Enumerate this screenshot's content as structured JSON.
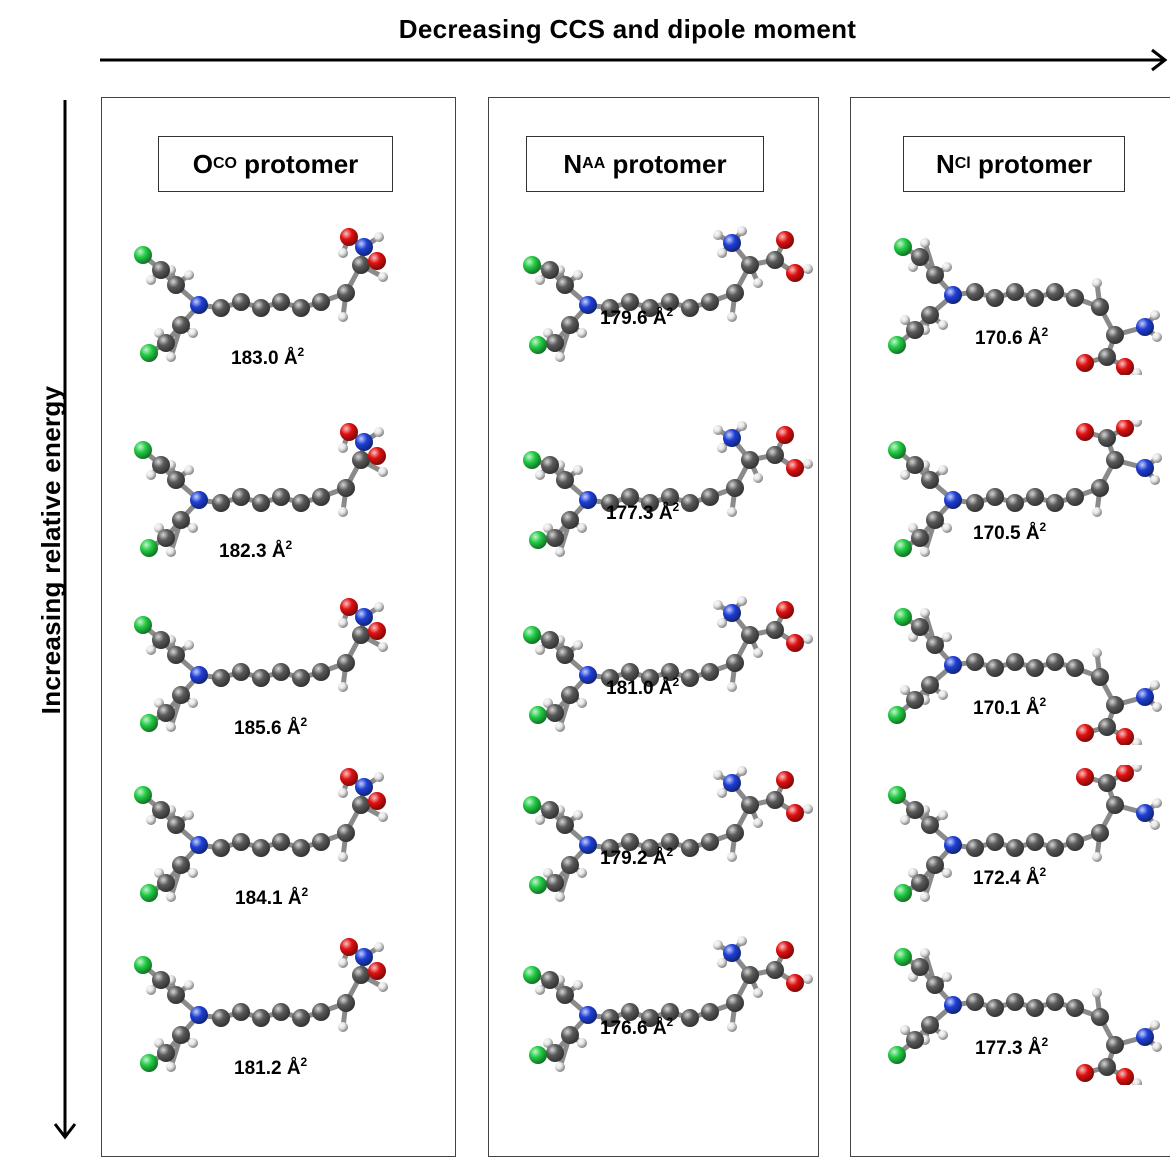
{
  "top_label": "Decreasing CCS and dipole moment",
  "side_label": "Increasing relative energy",
  "colors": {
    "carbon": "#5a5a5a",
    "hydrogen": "#e6e6e6",
    "nitrogen": "#1e3fd6",
    "oxygen": "#e01010",
    "chlorine": "#22cc44",
    "frame": "#444444"
  },
  "panels": [
    {
      "title_main": "O",
      "title_sub": "CO",
      "title_rest": " protomer",
      "structures": [
        {
          "ccs": "183.0",
          "unit": "Å",
          "exp": "2"
        },
        {
          "ccs": "182.3",
          "unit": "Å",
          "exp": "2"
        },
        {
          "ccs": "185.6",
          "unit": "Å",
          "exp": "2"
        },
        {
          "ccs": "184.1",
          "unit": "Å",
          "exp": "2"
        },
        {
          "ccs": "181.2",
          "unit": "Å",
          "exp": "2"
        }
      ]
    },
    {
      "title_main": "N",
      "title_sub": "AA",
      "title_rest": " protomer",
      "structures": [
        {
          "ccs": "179.6",
          "unit": "Å",
          "exp": "2"
        },
        {
          "ccs": "177.3",
          "unit": "Å",
          "exp": "2"
        },
        {
          "ccs": "181.0",
          "unit": "Å",
          "exp": "2"
        },
        {
          "ccs": "179.2",
          "unit": "Å",
          "exp": "2"
        },
        {
          "ccs": "176.6",
          "unit": "Å",
          "exp": "2"
        }
      ]
    },
    {
      "title_main": "N",
      "title_sub": "Cl",
      "title_rest": " protomer",
      "structures": [
        {
          "ccs": "170.6",
          "unit": "Å",
          "exp": "2"
        },
        {
          "ccs": "170.5",
          "unit": "Å",
          "exp": "2"
        },
        {
          "ccs": "170.1",
          "unit": "Å",
          "exp": "2"
        },
        {
          "ccs": "172.4",
          "unit": "Å",
          "exp": "2"
        },
        {
          "ccs": "177.3",
          "unit": "Å",
          "exp": "2"
        }
      ]
    }
  ]
}
